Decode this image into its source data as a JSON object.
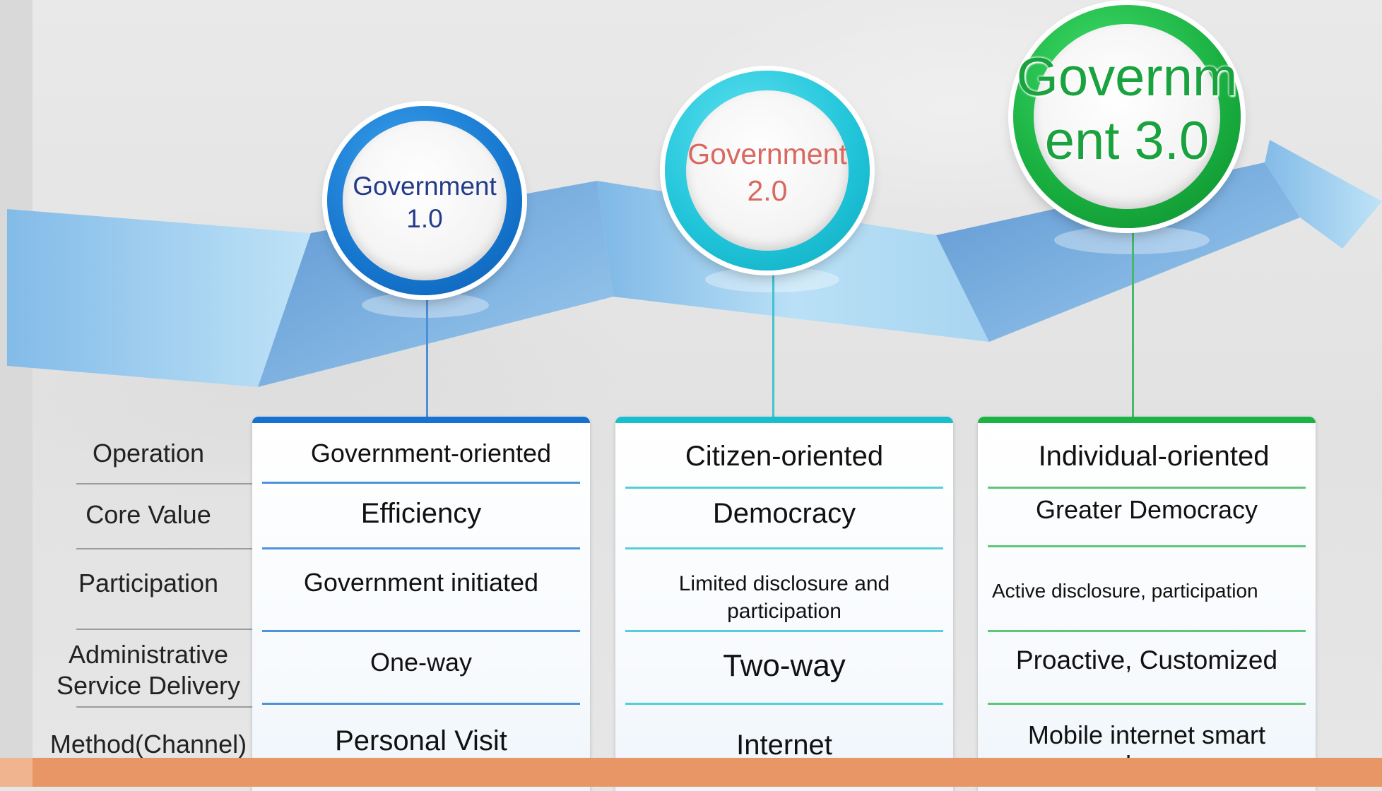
{
  "milestones": [
    {
      "label": "Government\n1.0",
      "color": "#1676cf",
      "text_color": "#243b8a"
    },
    {
      "label": "Government\n2.0",
      "color": "#1fc3d8",
      "text_color": "#d9685f"
    },
    {
      "label": "Governm\nent 3.0",
      "color": "#18ae3f",
      "text_color": "#19a23e"
    }
  ],
  "rows": {
    "operation": "Operation",
    "core_value": "Core Value",
    "participation": "Participation",
    "delivery": "Administrative\nService Delivery",
    "channel": "Method(Channel)"
  },
  "columns": [
    {
      "operation": "Government-oriented",
      "core_value": "Efficiency",
      "participation": "Government initiated",
      "delivery": "One-way",
      "channel": "Personal  Visit"
    },
    {
      "operation": "Citizen-oriented",
      "core_value": "Democracy",
      "participation": "Limited disclosure and\n   participation",
      "delivery": "Two-way",
      "channel": "Internet"
    },
    {
      "operation": "Individual-oriented",
      "core_value": "Greater Democracy",
      "participation": "Active disclosure, participation",
      "delivery": "Proactive, Customized",
      "channel": "Mobile internet smart\n   phone"
    }
  ],
  "colors": {
    "ribbon_light": "#a9d6f2",
    "ribbon_dark": "#6ea3d8",
    "bottom_band": "#e99667"
  }
}
